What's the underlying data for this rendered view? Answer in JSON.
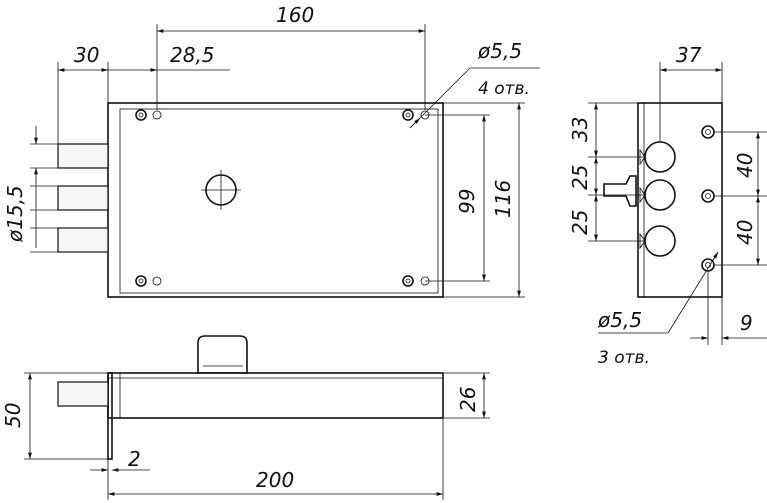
{
  "drawing": {
    "front_view": {
      "overall_width": "160",
      "bolt_offset": "30",
      "hole_offset": "28,5",
      "hole_diameter": "ø5,5",
      "hole_count": "4 отв.",
      "bolt_diameter": "ø15,5",
      "inner_height": "99",
      "outer_height": "116"
    },
    "side_view": {
      "width": "37",
      "dim_top": "33",
      "dim_mid": "25",
      "dim_low": "25",
      "hole_spacing_top": "40",
      "hole_spacing_bottom": "40",
      "hole_diameter": "ø5,5",
      "hole_count": "3 отв.",
      "edge_offset": "9"
    },
    "bottom_view": {
      "height": "50",
      "body_height": "26",
      "plate_thickness": "2",
      "overall_length": "200"
    }
  }
}
